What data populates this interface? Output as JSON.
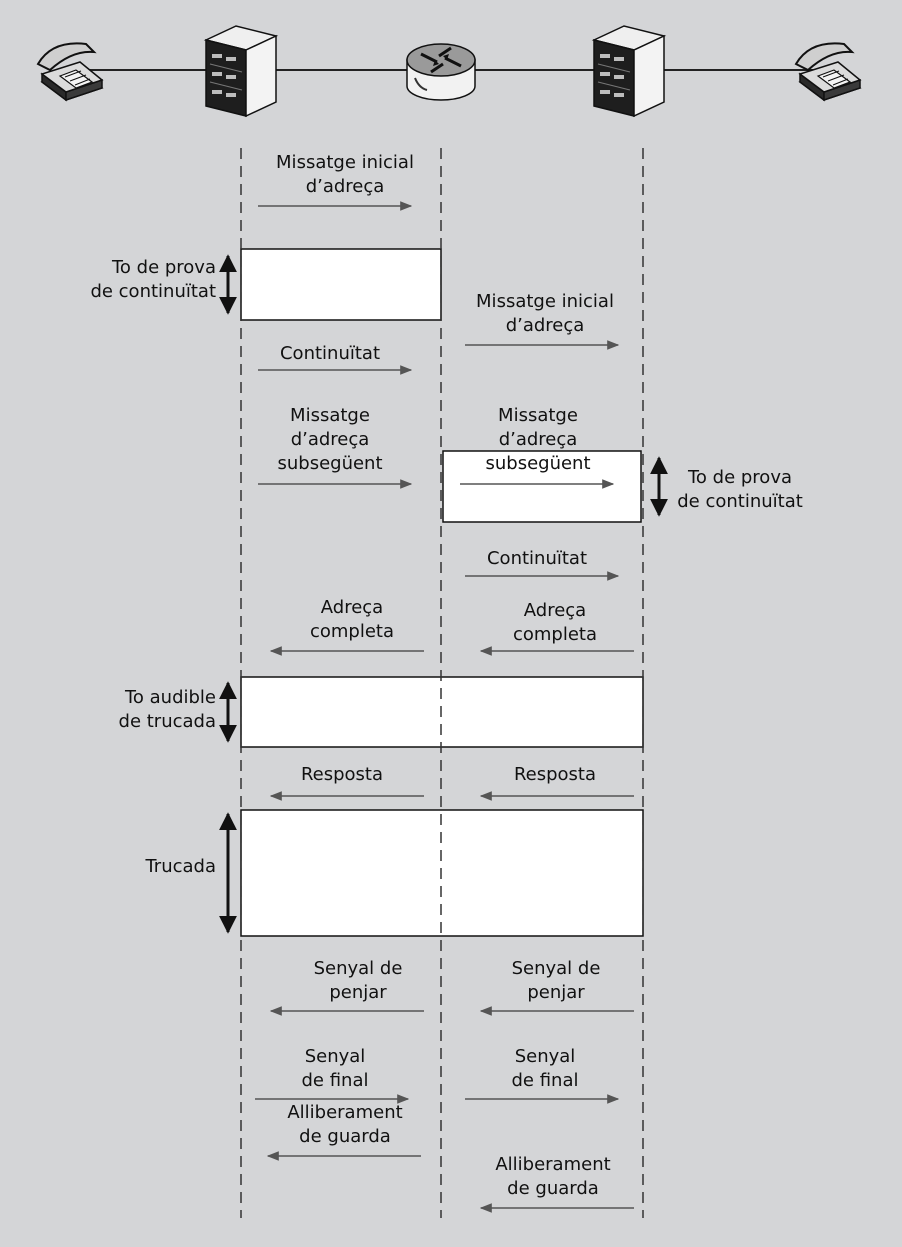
{
  "colors": {
    "background": "#d4d5d7",
    "lifeline": "#333333",
    "arrow": "#555555",
    "box_fill": "#ffffff",
    "box_stroke": "#111111",
    "device_dark": "#1e1e1e",
    "device_light": "#f0f0f0"
  },
  "devices": [
    {
      "name": "telephone-icon"
    },
    {
      "name": "switch-icon"
    },
    {
      "name": "router-icon"
    },
    {
      "name": "switch-icon"
    },
    {
      "name": "telephone-icon"
    }
  ],
  "messages": {
    "iam_1": "Missatge inicial\nd’adreça",
    "tone_test_1": "To de prova\nde continuïtat",
    "iam_2": "Missatge inicial\nd’adreça",
    "continuity_1": "Continuïtat",
    "sam_1": "Missatge\nd’adreça\nsubsegüent",
    "sam_2": "Missatge\nd’adreça\nsubsegüent",
    "tone_test_2": "To de prova\nde continuïtat",
    "continuity_2": "Continuïtat",
    "acm_1": "Adreça\ncompleta",
    "acm_2": "Adreça\ncompleta",
    "ringing_tone": "To audible\nde trucada",
    "answer_1": "Resposta",
    "answer_2": "Resposta",
    "call": "Trucada",
    "hangup_1": "Senyal de\npenjar",
    "hangup_2": "Senyal de\npenjar",
    "end_1": "Senyal\nde final",
    "end_2": "Senyal\nde final",
    "release_1": "Alliberament\nde guarda",
    "release_2": "Alliberament\nde guarda"
  }
}
